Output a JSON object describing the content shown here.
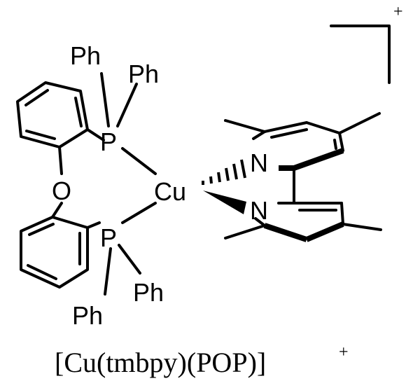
{
  "atoms": {
    "ph1": "Ph",
    "ph2": "Ph",
    "ph3": "Ph",
    "ph4": "Ph",
    "p_top": "P",
    "p_bottom": "P",
    "oxygen": "O",
    "copper": "Cu",
    "n_top": "N",
    "n_bottom": "N"
  },
  "bracket_charge": "+",
  "caption": {
    "name": "[Cu(tmbpy)(POP)]",
    "charge": "+"
  }
}
